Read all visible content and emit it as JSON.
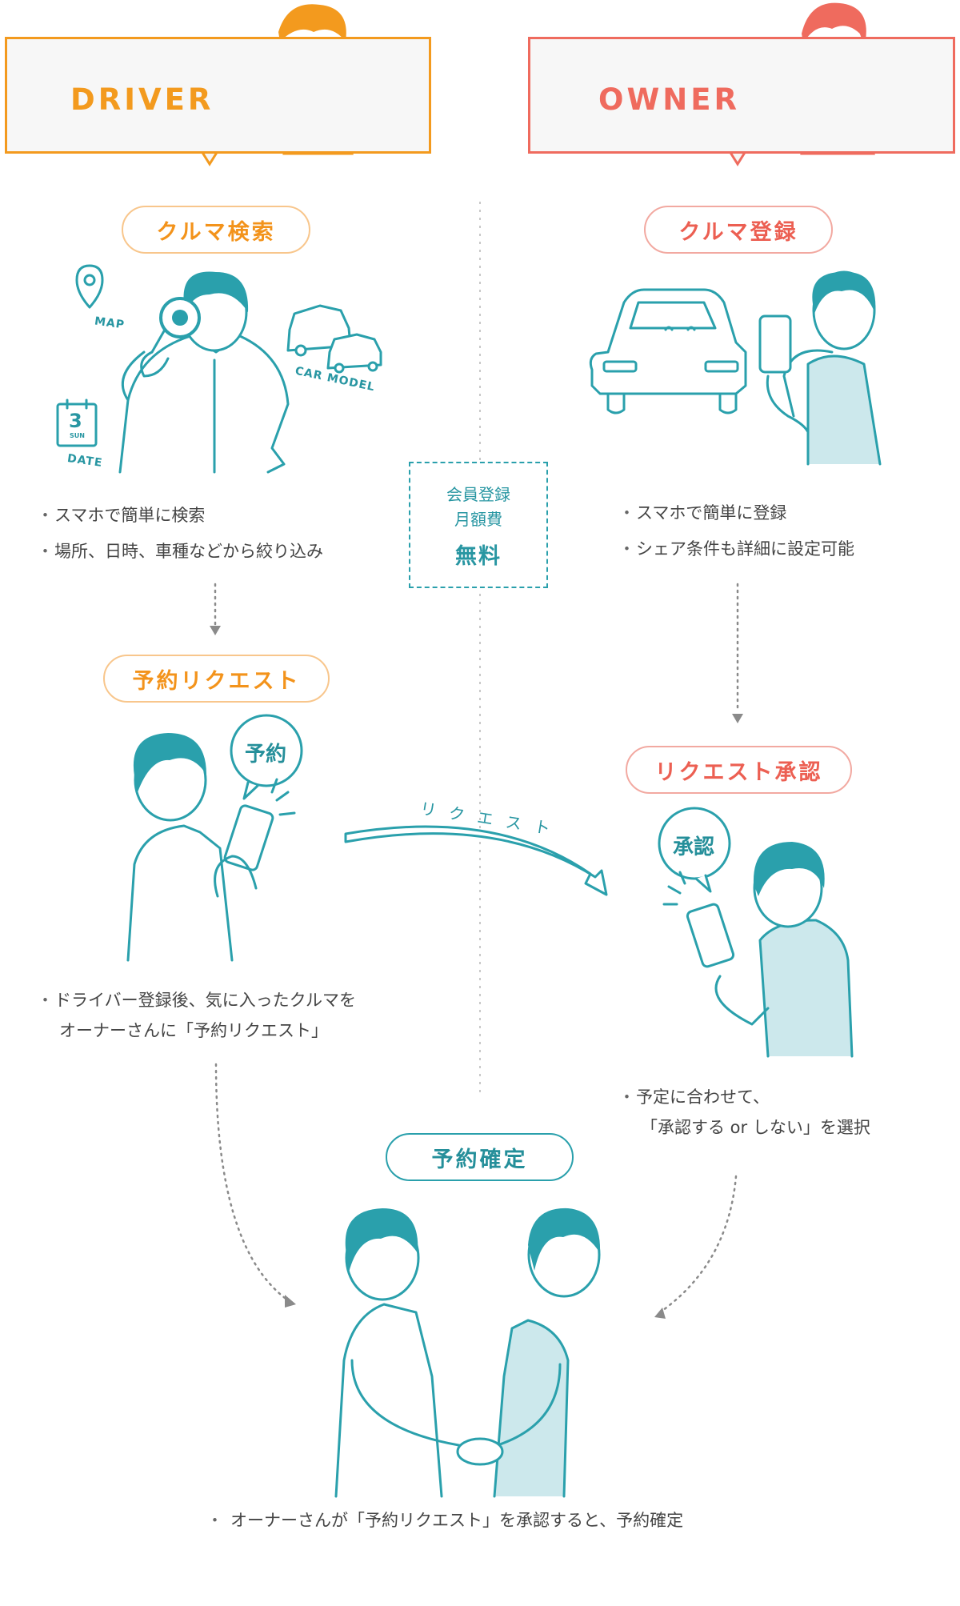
{
  "driver": {
    "title": "DRIVER",
    "step1": {
      "label": "クルマ検索",
      "bullets": [
        "スマホで簡単に検索",
        "場所、日時、車種などから絞り込み"
      ],
      "illustration": {
        "map": "MAP",
        "date": "DATE",
        "calendar_day": "3",
        "calendar_weekday": "SUN",
        "car_model": "CAR MODEL"
      }
    },
    "step2": {
      "label": "予約リクエスト",
      "bubble": "予約",
      "bullet_lines": [
        "ドライバー登録後、気に入ったクルマを",
        "オーナーさんに「予約リクエスト」"
      ]
    }
  },
  "owner": {
    "title": "OWNER",
    "step1": {
      "label": "クルマ登録",
      "bullets": [
        "スマホで簡単に登録",
        "シェア条件も詳細に設定可能"
      ]
    },
    "step2": {
      "label": "リクエスト承認",
      "bubble": "承認",
      "bullet_lines": [
        "予定に合わせて、",
        "「承認する or しない」を選択"
      ]
    }
  },
  "membership": {
    "line1": "会員登録",
    "line2": "月額費",
    "price": "無料"
  },
  "request_arrow_label": "リクエスト",
  "final": {
    "label": "予約確定",
    "bullet": "オーナーさんが「予約リクエスト」を承認すると、予約確定"
  },
  "colors": {
    "driver": "#f39a1e",
    "owner": "#ef6b5e",
    "teal": "#2aa0ac",
    "light_teal": "#cce8ec",
    "light_red": "#fbd3cf"
  }
}
